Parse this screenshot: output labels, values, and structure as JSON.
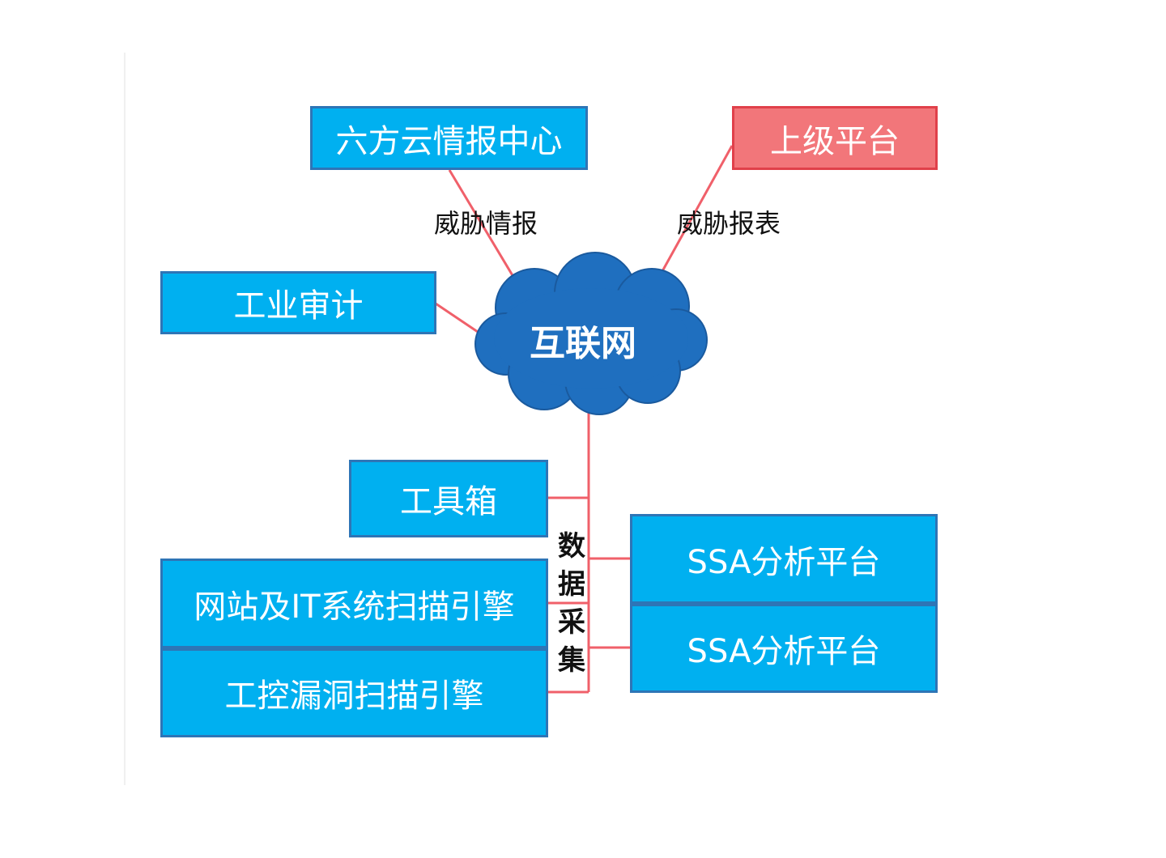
{
  "nodes": {
    "intel_center": "六方云情报中心",
    "superior_platform": "上级平台",
    "industrial_audit": "工业审计",
    "internet": "互联网",
    "toolbox": "工具箱",
    "web_it_scanner": "网站及IT系统扫描引擎",
    "ics_vuln_scanner": "工控漏洞扫描引擎",
    "ssa_platform_1": "SSA分析平台",
    "ssa_platform_2": "SSA分析平台"
  },
  "edges": {
    "threat_intel": "威胁情报",
    "threat_report": "威胁报表",
    "data_collection": [
      "数",
      "据",
      "采",
      "集"
    ]
  },
  "colors": {
    "box_fill": "#00b0f0",
    "box_border": "#2e75b6",
    "alert_fill": "#f2767a",
    "alert_border": "#e0404a",
    "cloud_fill": "#1f6fbf",
    "link": "#f0606a"
  }
}
